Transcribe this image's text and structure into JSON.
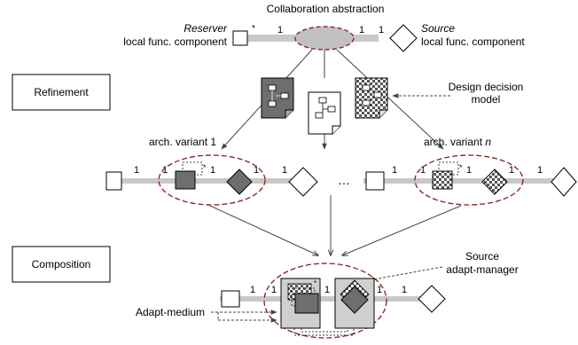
{
  "title": "Collaboration abstraction",
  "reserver": {
    "role": "Reserver",
    "desc": "local func. component"
  },
  "source": {
    "role": "Source",
    "desc": "local func. component"
  },
  "mult_one": "1",
  "mult_star": "*",
  "stage_boxes": {
    "refinement": "Refinement",
    "composition": "Composition"
  },
  "design_decision": {
    "line1": "Design decision",
    "line2": "model"
  },
  "variants": {
    "v1_prefix": "arch. variant 1",
    "vn_prefix": "arch. variant ",
    "vn_italic": "n"
  },
  "ellipsis": "…",
  "source_manager": {
    "line1": "Source",
    "line2": "adapt-manager"
  },
  "adapt_medium": "Adapt-medium",
  "colors": {
    "bar": "#c8c8c8",
    "ellipse_fill": "#c0c0c0",
    "dark": "#707070",
    "red_dash": "#8b1a1a",
    "doc_gray": "#6e6e6e"
  }
}
